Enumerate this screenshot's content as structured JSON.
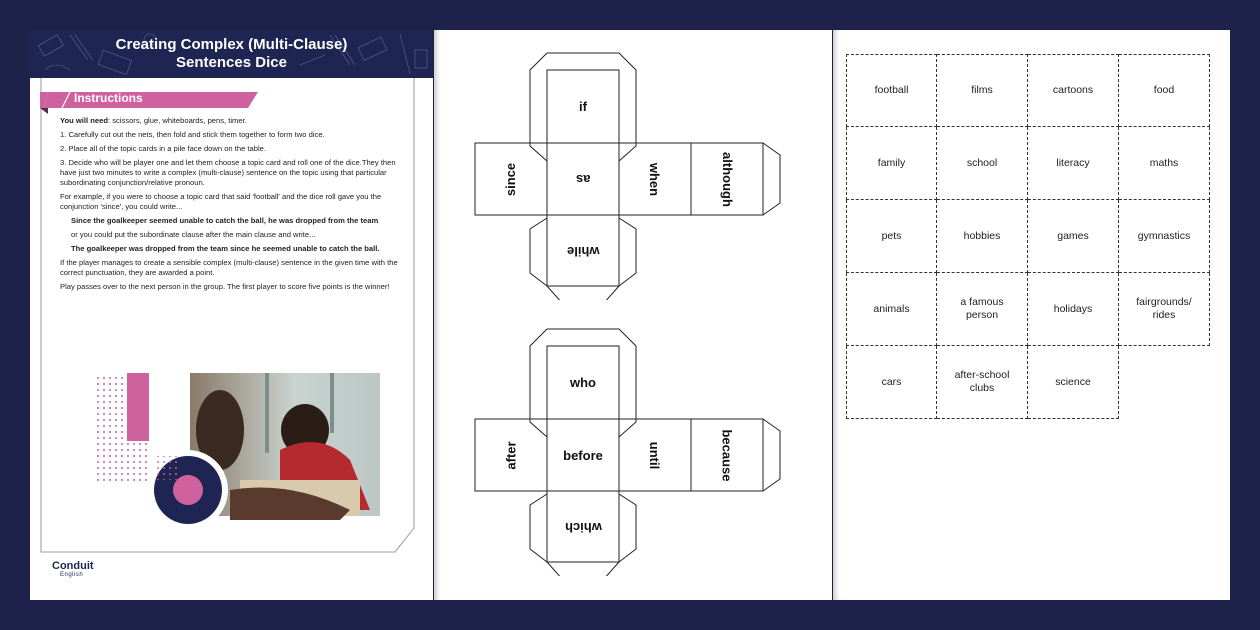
{
  "worksheet": {
    "title_line1": "Creating Complex (Multi-Clause)",
    "title_line2": "Sentences Dice",
    "instructions_heading": "Instructions",
    "you_will_need_label": "You will need",
    "you_will_need_items": ": scissors, glue, whiteboards, pens, timer.",
    "steps": [
      "1. Carefully cut out the nets, then fold and stick them together to form two dice.",
      "2. Place all of the topic cards in a pile face down on the table.",
      "3. Decide who will be player one and let them choose a topic card and roll one of the dice.They then have just two minutes to write a complex (multi-clause) sentence on the topic using that particular subordinating conjunction/relative pronoun."
    ],
    "example_intro": "For example, if you were to choose a topic card that said 'football' and the dice roll gave you the conjunction 'since', you could write...",
    "example_1": "Since the goalkeeper seemed unable to catch the ball, he was dropped from the team",
    "example_middle": "or you could put the subordinate clause after the main clause and write...",
    "example_2": "The goalkeeper was dropped from the team since he seemed unable to catch the ball.",
    "scoring": "If the player manages to create a sensible complex (multi-clause) sentence in the given time with the correct punctuation, they are awarded a point.",
    "ending": "Play passes over to the next person in the group. The first player to score five points is the winner!",
    "logo_main": "Conduit",
    "logo_sub": "English"
  },
  "dice": [
    {
      "top": "if",
      "left": "since",
      "center": "as",
      "right": "when",
      "far_right": "although",
      "bottom": "while"
    },
    {
      "top": "who",
      "left": "after",
      "center": "before",
      "right": "until",
      "far_right": "because",
      "bottom": "which"
    }
  ],
  "topic_cards": [
    [
      "football",
      "films",
      "cartoons",
      "food"
    ],
    [
      "family",
      "school",
      "literacy",
      "maths"
    ],
    [
      "pets",
      "hobbies",
      "games",
      "gymnastics"
    ],
    [
      "animals",
      "a famous person",
      "holidays",
      "fairgrounds/ rides"
    ],
    [
      "cars",
      "after-school clubs",
      "science"
    ]
  ],
  "colors": {
    "background": "#1e2149",
    "banner": "#1e2552",
    "accent_pink": "#d0619f"
  }
}
